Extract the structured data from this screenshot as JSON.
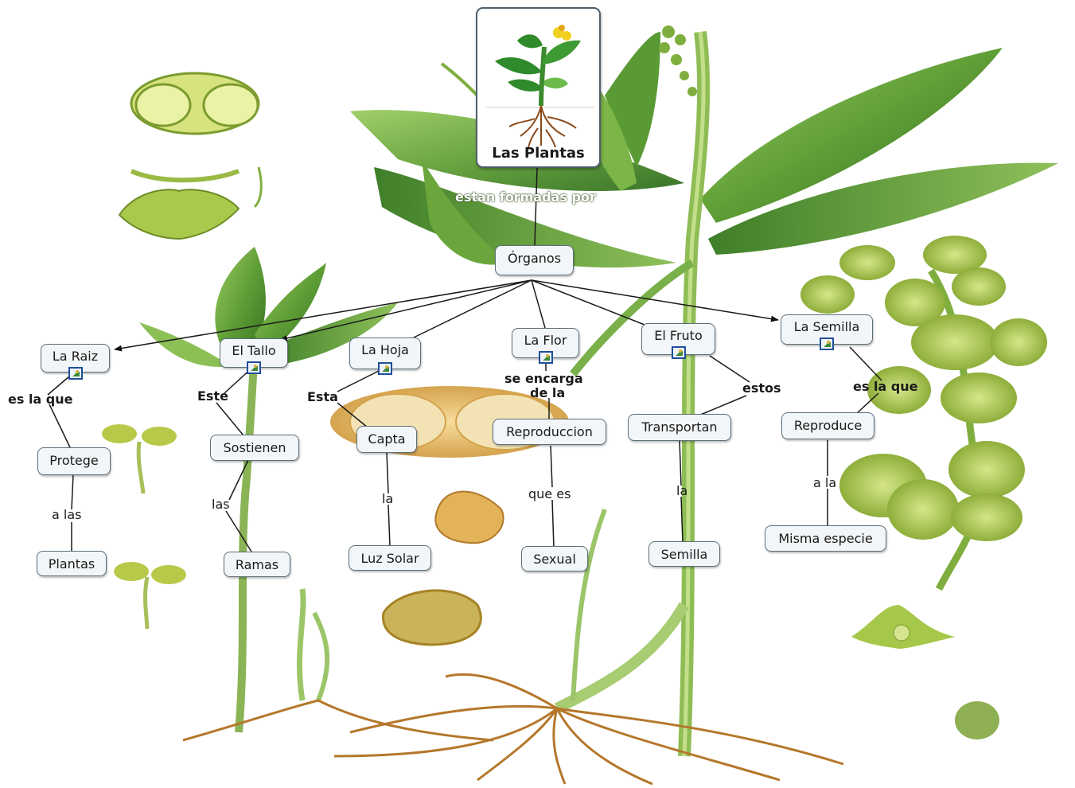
{
  "map": {
    "root": "Las Plantas",
    "root_link": "estan formadas por",
    "organs": "Órganos",
    "raiz": {
      "title": "La Raiz",
      "link1": "es la que",
      "concept1": "Protege",
      "link2": "a las",
      "concept2": "Plantas"
    },
    "tallo": {
      "title": "El Tallo",
      "link1": "Este",
      "concept1": "Sostienen",
      "link2": "las",
      "concept2": "Ramas"
    },
    "hoja": {
      "title": "La Hoja",
      "link1": "Esta",
      "concept1": "Capta",
      "link2": "la",
      "concept2": "Luz Solar"
    },
    "flor": {
      "title": "La Flor",
      "link1": "se encarga",
      "link1b": "de la",
      "concept1": "Reproduccion",
      "link2": "que es",
      "concept2": "Sexual"
    },
    "fruto": {
      "title": "El Fruto",
      "link1": "estos",
      "concept1": "Transportan",
      "link2": "la",
      "concept2": "Semilla"
    },
    "semilla": {
      "title": "La Semilla",
      "link1": "es la que",
      "concept1": "Reproduce",
      "link2": "a la",
      "concept2": "Misma especie"
    }
  },
  "icons": {
    "image_badge": "image-icon",
    "root_icon": "plant-icon"
  },
  "colors": {
    "node_bg": "#f3f6f8",
    "node_border": "#5c6e7a",
    "arrow": "#111111",
    "image_badge": "#1f4f9a"
  }
}
